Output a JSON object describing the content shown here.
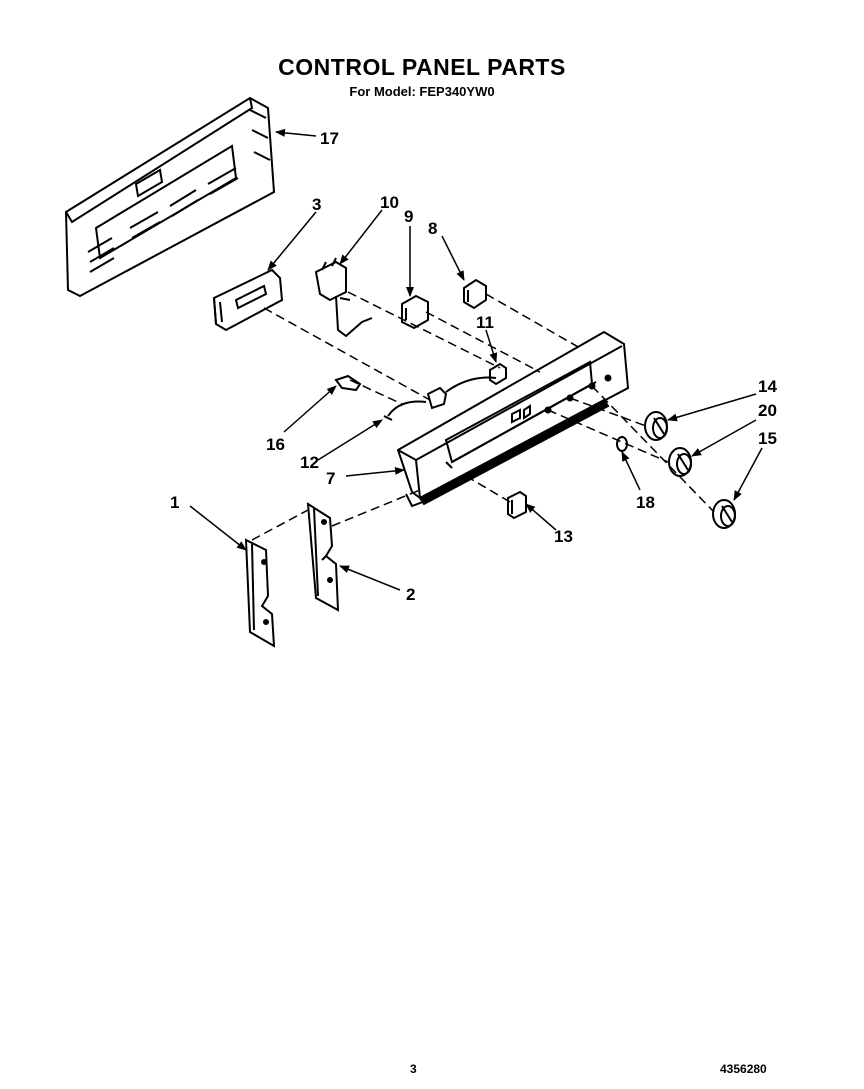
{
  "header": {
    "title": "CONTROL PANEL PARTS",
    "subtitle": "For Model: FEP340YW0"
  },
  "callouts": {
    "c1": "1",
    "c2": "2",
    "c3": "3",
    "c7": "7",
    "c8": "8",
    "c9": "9",
    "c10": "10",
    "c11": "11",
    "c12": "12",
    "c13": "13",
    "c14": "14",
    "c15": "15",
    "c16": "16",
    "c17": "17",
    "c18": "18",
    "c20": "20"
  },
  "footer": {
    "page_number": "3",
    "document_code": "4356280"
  }
}
